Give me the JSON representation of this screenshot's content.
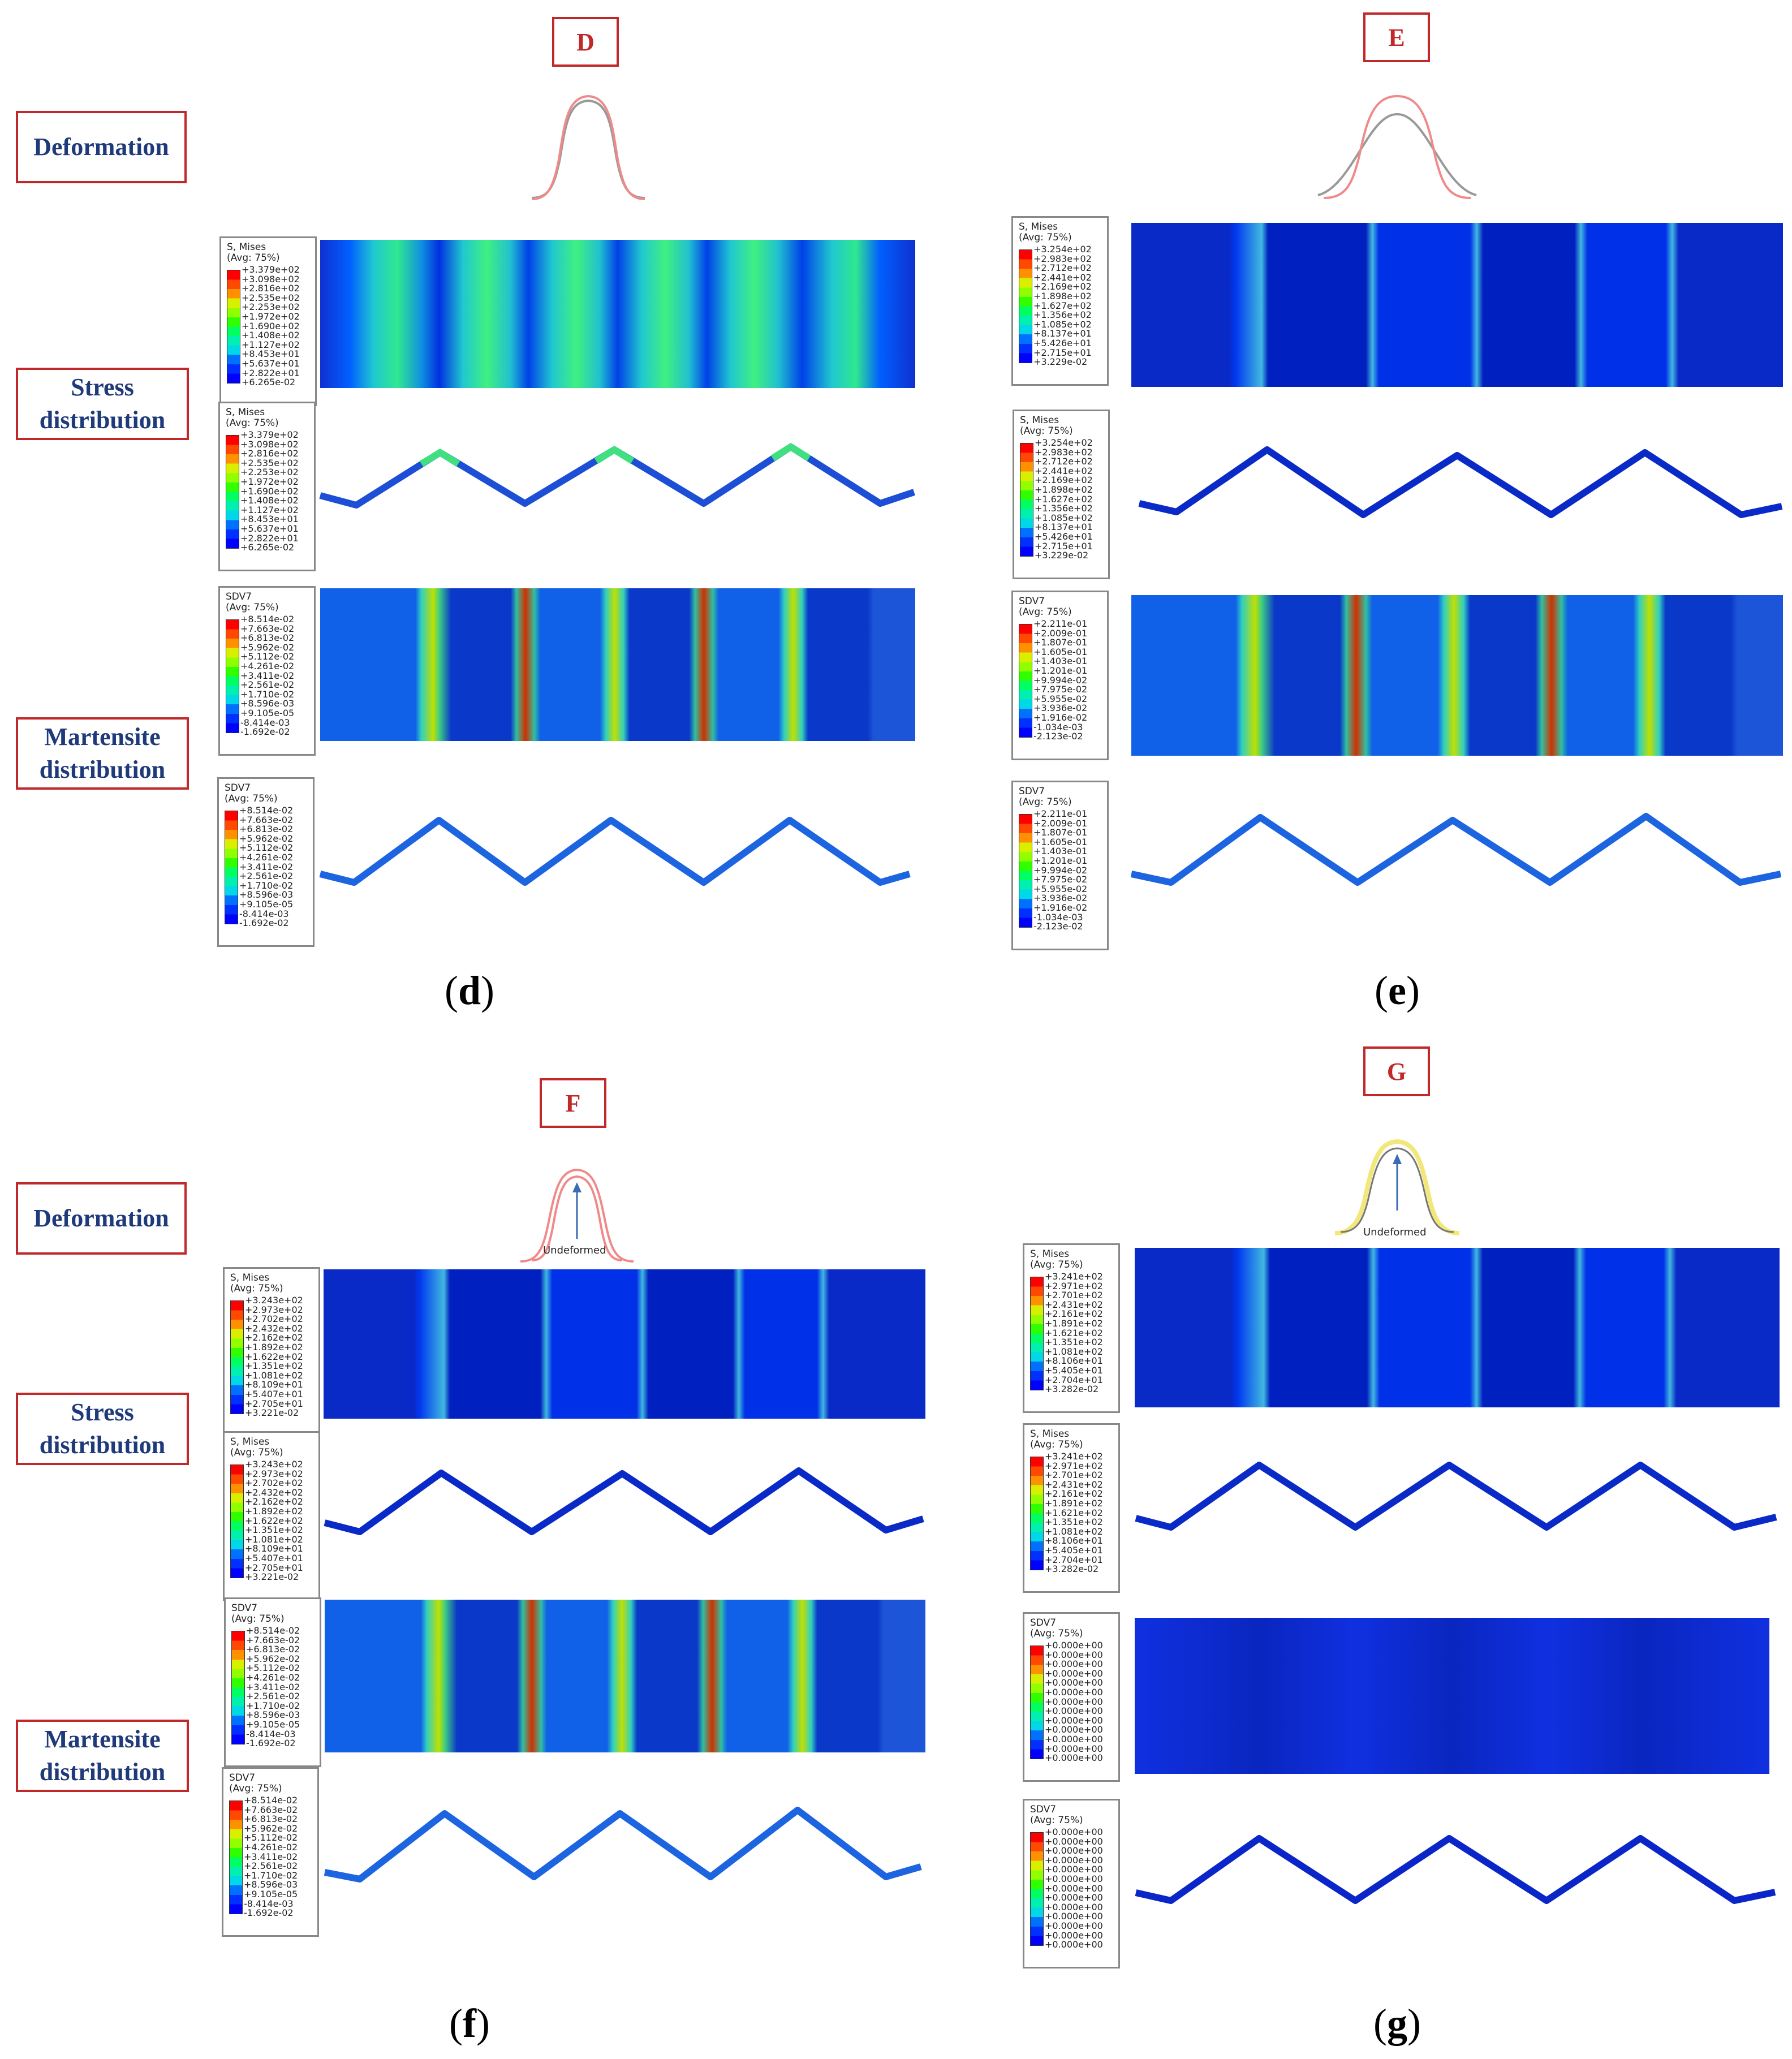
{
  "figure": {
    "row_labels": {
      "deformation": "Deformation",
      "stress": "Stress distribution",
      "martensite": "Martensite distribution"
    },
    "deformed_arrow_label": "Undeformed",
    "palette": [
      "#0000ff",
      "#0030ff",
      "#0070ff",
      "#00a8ff",
      "#00d8e8",
      "#00f0b0",
      "#00ff60",
      "#30ff00",
      "#90ff00",
      "#d8f000",
      "#ffd000",
      "#ff9000",
      "#ff4800",
      "#ff0000"
    ],
    "panels": [
      {
        "id": "d",
        "letter": "D",
        "caption": "d",
        "stress_title": [
          "S, Mises",
          "(Avg: 75%)"
        ],
        "stress_values": [
          "+3.379e+02",
          "+3.098e+02",
          "+2.816e+02",
          "+2.535e+02",
          "+2.253e+02",
          "+1.972e+02",
          "+1.690e+02",
          "+1.408e+02",
          "+1.127e+02",
          "+8.453e+01",
          "+5.637e+01",
          "+2.822e+01",
          "+6.265e-02"
        ],
        "martensite_title": [
          "SDV7",
          "(Avg: 75%)"
        ],
        "martensite_values": [
          "+8.514e-02",
          "+7.663e-02",
          "+6.813e-02",
          "+5.962e-02",
          "+5.112e-02",
          "+4.261e-02",
          "+3.411e-02",
          "+2.561e-02",
          "+1.710e-02",
          "+8.596e-03",
          "+9.105e-05",
          "-8.414e-03",
          "-1.692e-02"
        ]
      },
      {
        "id": "e",
        "letter": "E",
        "caption": "e",
        "stress_title": [
          "S, Mises",
          "(Avg: 75%)"
        ],
        "stress_values": [
          "+3.254e+02",
          "+2.983e+02",
          "+2.712e+02",
          "+2.441e+02",
          "+2.169e+02",
          "+1.898e+02",
          "+1.627e+02",
          "+1.356e+02",
          "+1.085e+02",
          "+8.137e+01",
          "+5.426e+01",
          "+2.715e+01",
          "+3.229e-02"
        ],
        "martensite_title": [
          "SDV7",
          "(Avg: 75%)"
        ],
        "martensite_values": [
          "+2.211e-01",
          "+2.009e-01",
          "+1.807e-01",
          "+1.605e-01",
          "+1.403e-01",
          "+1.201e-01",
          "+9.994e-02",
          "+7.975e-02",
          "+5.955e-02",
          "+3.936e-02",
          "+1.916e-02",
          "-1.034e-03",
          "-2.123e-02"
        ]
      },
      {
        "id": "f",
        "letter": "F",
        "caption": "f",
        "stress_title": [
          "S, Mises",
          "(Avg: 75%)"
        ],
        "stress_values": [
          "+3.243e+02",
          "+2.973e+02",
          "+2.702e+02",
          "+2.432e+02",
          "+2.162e+02",
          "+1.892e+02",
          "+1.622e+02",
          "+1.351e+02",
          "+1.081e+02",
          "+8.109e+01",
          "+5.407e+01",
          "+2.705e+01",
          "+3.221e-02"
        ],
        "martensite_title": [
          "SDV7",
          "(Avg: 75%)"
        ],
        "martensite_values": [
          "+8.514e-02",
          "+7.663e-02",
          "+6.813e-02",
          "+5.962e-02",
          "+5.112e-02",
          "+4.261e-02",
          "+3.411e-02",
          "+2.561e-02",
          "+1.710e-02",
          "+8.596e-03",
          "+9.105e-05",
          "-8.414e-03",
          "-1.692e-02"
        ]
      },
      {
        "id": "g",
        "letter": "G",
        "caption": "g",
        "stress_title": [
          "S, Mises",
          "(Avg: 75%)"
        ],
        "stress_values": [
          "+3.241e+02",
          "+2.971e+02",
          "+2.701e+02",
          "+2.431e+02",
          "+2.161e+02",
          "+1.891e+02",
          "+1.621e+02",
          "+1.351e+02",
          "+1.081e+02",
          "+8.106e+01",
          "+5.405e+01",
          "+2.704e+01",
          "+3.282e-02"
        ],
        "martensite_title": [
          "SDV7",
          "(Avg: 75%)"
        ],
        "martensite_values": [
          "+0.000e+00",
          "+0.000e+00",
          "+0.000e+00",
          "+0.000e+00",
          "+0.000e+00",
          "+0.000e+00",
          "+0.000e+00",
          "+0.000e+00",
          "+0.000e+00",
          "+0.000e+00",
          "+0.000e+00",
          "+0.000e+00",
          "+0.000e+00"
        ]
      }
    ]
  }
}
